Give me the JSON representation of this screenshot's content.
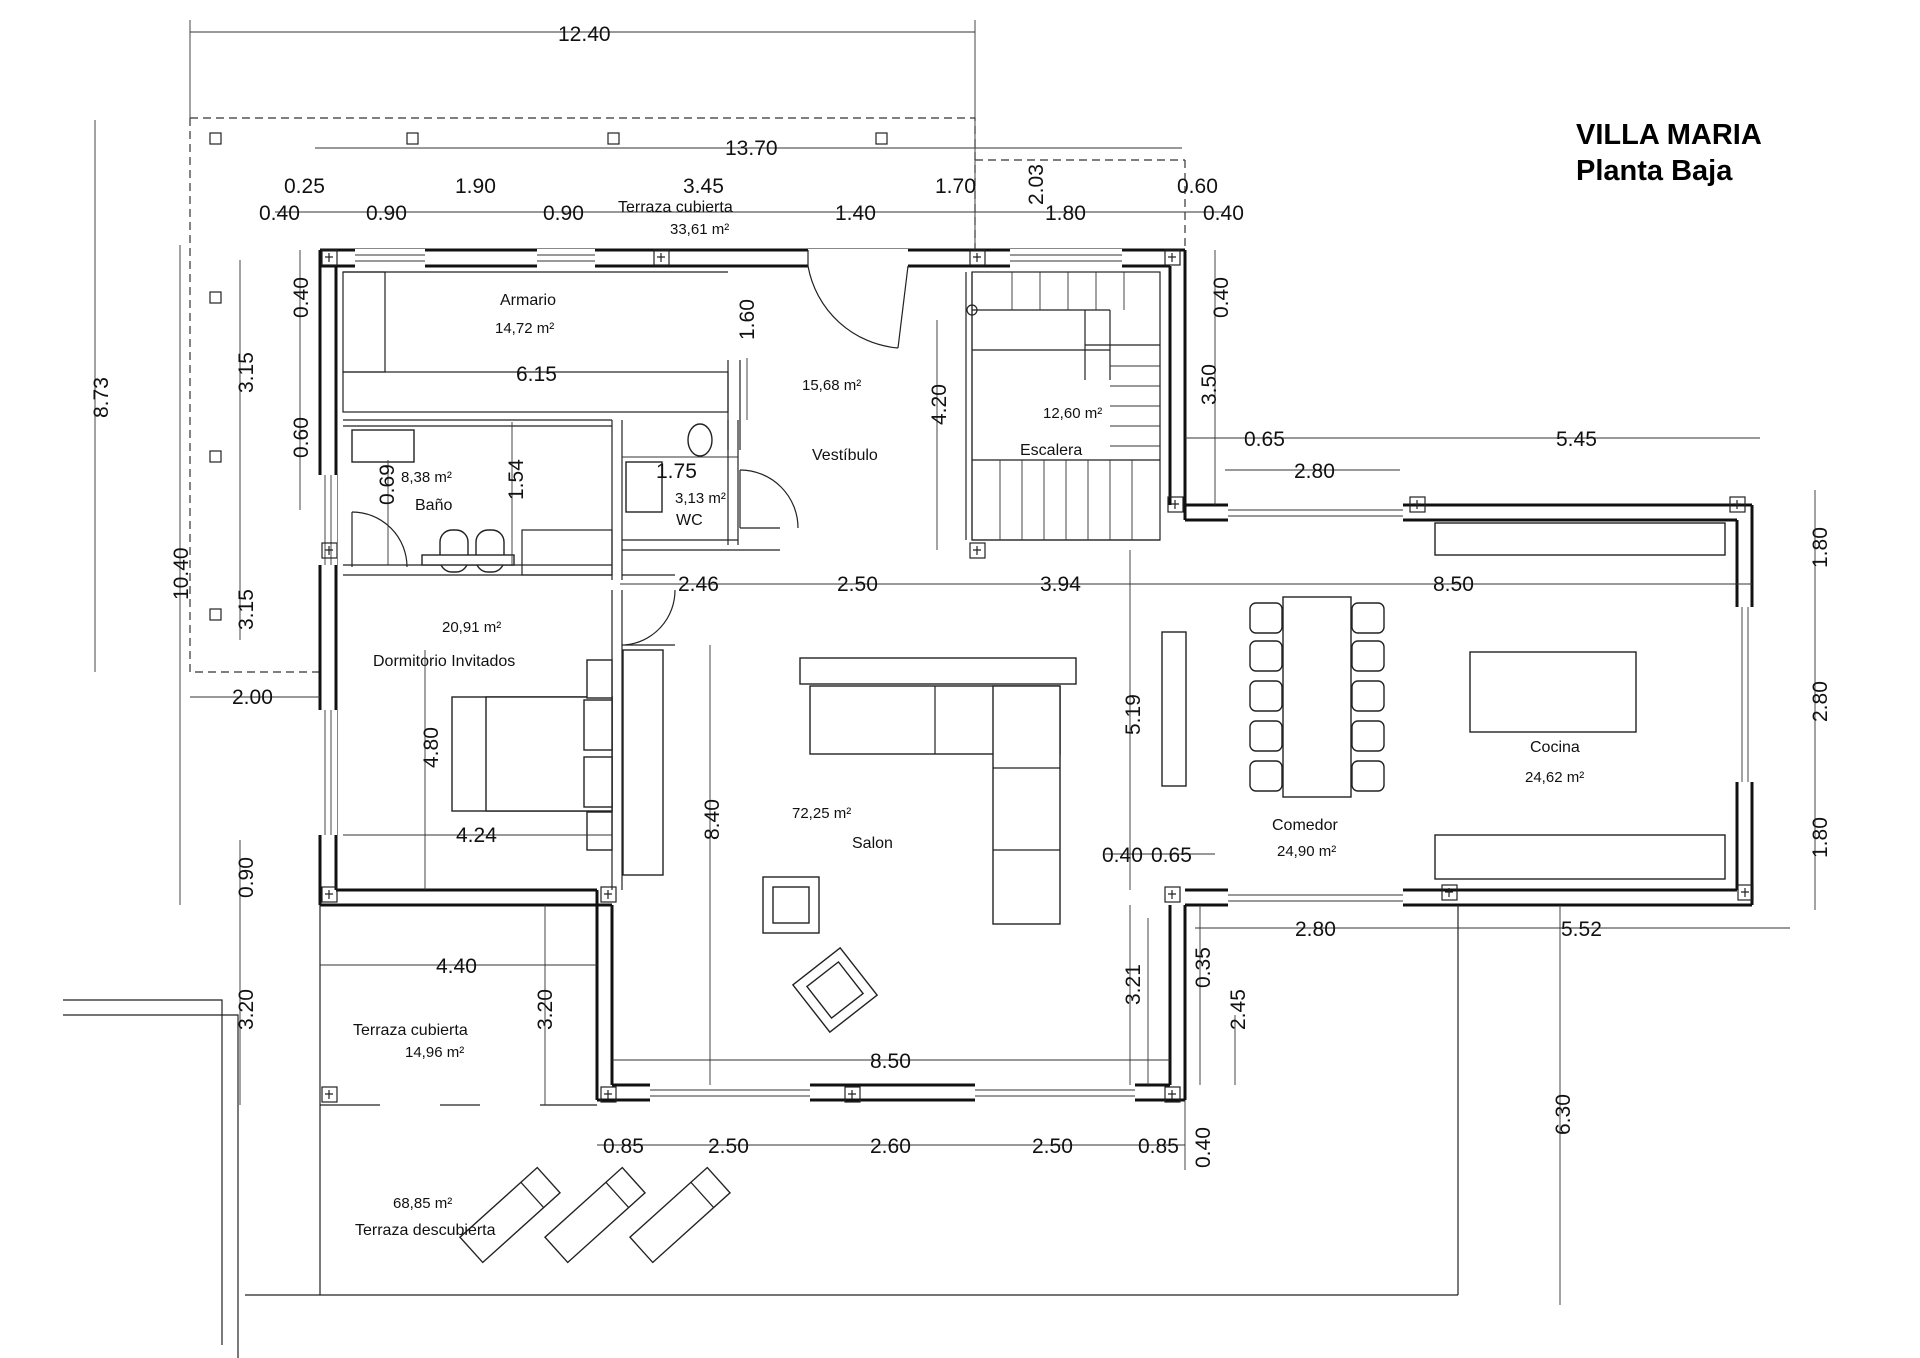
{
  "title": {
    "line1": "VILLA MARIA",
    "line2": "Planta Baja"
  },
  "rooms": {
    "armario": {
      "name": "Armario",
      "area": "14,72 m²"
    },
    "vestibulo": {
      "name": "Vestíbulo",
      "area": "15,68 m²"
    },
    "escalera": {
      "name": "Escalera",
      "area": "12,60 m²"
    },
    "bano": {
      "name": "Baño",
      "area": "8,38 m²"
    },
    "wc": {
      "name": "WC",
      "area": "3,13 m²"
    },
    "dormitorio": {
      "name": "Dormitorio Invitados",
      "area": "20,91 m²"
    },
    "salon": {
      "name": "Salon",
      "area": "72,25 m²"
    },
    "comedor": {
      "name": "Comedor",
      "area": "24,90 m²"
    },
    "cocina": {
      "name": "Cocina",
      "area": "24,62 m²"
    },
    "terraza_top": {
      "name": "Terraza cubierta",
      "area": "33,61 m²"
    },
    "terraza_left": {
      "name": "Terraza cubierta",
      "area": "14,96 m²"
    },
    "terraza_desc": {
      "name": "Terraza descubierta",
      "area": "68,85 m²"
    }
  },
  "dims": {
    "d_12_40": "12.40",
    "d_13_70": "13.70",
    "d_0_25": "0.25",
    "d_0_40_a": "0.40",
    "d_0_90_a": "0.90",
    "d_1_90": "1.90",
    "d_0_90_b": "0.90",
    "d_3_45": "3.45",
    "d_1_40": "1.40",
    "d_1_70": "1.70",
    "d_2_03": "2.03",
    "d_1_80_top": "1.80",
    "d_0_60_top": "0.60",
    "d_0_40_b": "0.40",
    "d_8_73": "8.73",
    "d_0_40_left": "0.40",
    "d_3_15_a": "3.15",
    "d_0_60_left": "0.60",
    "d_3_15_b": "3.15",
    "d_10_40": "10.40",
    "d_2_00": "2.00",
    "d_0_90_left": "0.90",
    "d_1_60": "1.60",
    "d_6_15": "6.15",
    "d_0_69": "0.69",
    "d_1_54": "1.54",
    "d_1_75": "1.75",
    "d_4_20": "4.20",
    "d_0_40_right": "0.40",
    "d_3_50": "3.50",
    "d_0_65_top": "0.65",
    "d_2_80_top": "2.80",
    "d_5_45": "5.45",
    "d_2_46": "2.46",
    "d_2_50_mid": "2.50",
    "d_3_94": "3.94",
    "d_8_50_mid": "8.50",
    "d_1_80_r1": "1.80",
    "d_2_80_r": "2.80",
    "d_1_80_r2": "1.80",
    "d_4_80": "4.80",
    "d_4_24": "4.24",
    "d_8_40": "8.40",
    "d_5_19": "5.19",
    "d_0_40_mid": "0.40",
    "d_0_65_mid": "0.65",
    "d_2_80_bot": "2.80",
    "d_5_52": "5.52",
    "d_4_40": "4.40",
    "d_3_20_a": "3.20",
    "d_3_20_b": "3.20",
    "d_3_21": "3.21",
    "d_0_35": "0.35",
    "d_2_45": "2.45",
    "d_8_50_bot": "8.50",
    "d_0_85_a": "0.85",
    "d_2_50_a": "2.50",
    "d_2_60": "2.60",
    "d_2_50_b": "2.50",
    "d_0_85_b": "0.85",
    "d_0_40_bot": "0.40",
    "d_6_30": "6.30"
  }
}
